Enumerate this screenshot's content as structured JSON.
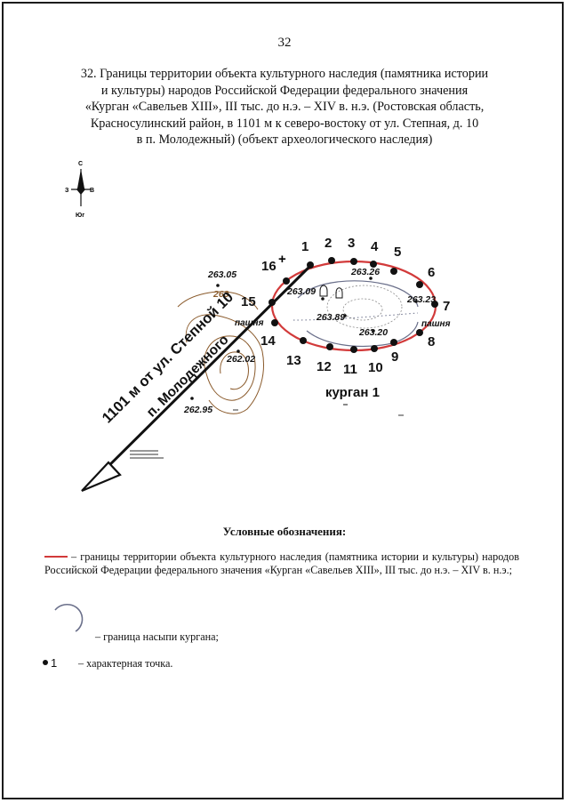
{
  "page_number": "32",
  "title_lines": [
    "32. Границы территории объекта культурного наследия (памятника истории",
    "и культуры) народов Российской Федерации федерального значения",
    "«Курган «Савельев XIII», III тыс. до н.э. – XIV в. н.э. (Ростовская область,",
    "Красносулинский район, в 1101 м к северо-востоку от ул. Степная, д. 10",
    "в п. Молодежный) (объект археологического наследия)"
  ],
  "map": {
    "compass": {
      "north": "С",
      "south": "Юг",
      "west": "З",
      "east": "В"
    },
    "point_labels": [
      "1",
      "2",
      "3",
      "4",
      "5",
      "6",
      "7",
      "8",
      "9",
      "10",
      "11",
      "12",
      "13",
      "14",
      "15",
      "16"
    ],
    "elevations": [
      "263.05",
      "263",
      "263.26",
      "263.09",
      "263.23",
      "263.89",
      "263.20",
      "262.02",
      "262.95"
    ],
    "field_labels": [
      "пашня",
      "пашня"
    ],
    "kurgan_label": "курган 1",
    "distance_line1": "1101 м от ул. Степной 10",
    "distance_line2": "п. Молодежного",
    "colors": {
      "boundary": "#d23a3a",
      "contour": "#8a5a2b",
      "mound": "#6a6f8a"
    }
  },
  "legend": {
    "title": "Условные обозначения:",
    "boundary_text": "– границы территории объекта культурного наследия (памятника истории и культуры) народов Российской Федерации федерального значения «Курган «Савельев XIII», III тыс. до н.э. – XIV в. н.э.;",
    "mound_text": "– граница насыпи кургана;",
    "point_number": "1",
    "point_text": "– характерная точка."
  }
}
